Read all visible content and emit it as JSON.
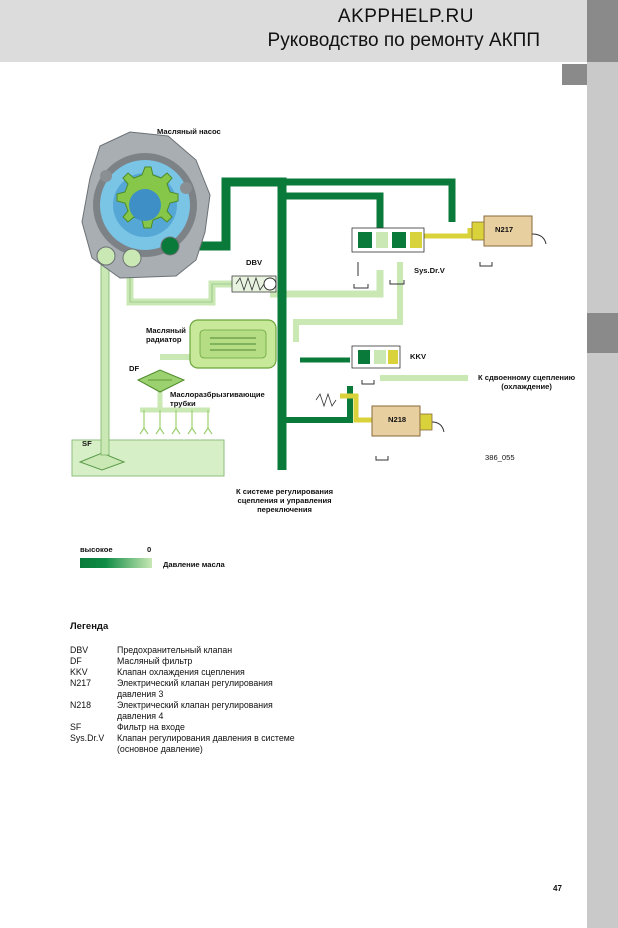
{
  "header": {
    "site": "AKPPHELP.RU",
    "subtitle": "Руководство по ремонту АКПП"
  },
  "diagram": {
    "oil_pump": "Масляный насос",
    "dbv": "DBV",
    "oil_cooler": "Масляный\nрадиатор",
    "df": "DF",
    "spray_tubes": "Маслоразбрызгивающие\nтрубки",
    "sf": "SF",
    "sys_dr_v": "Sys.Dr.V",
    "n217": "N217",
    "kkv": "KKV",
    "n218": "N218",
    "to_double_clutch": "К сдвоенному сцеплению\n(охлаждение)",
    "to_control_system": "К системе регулирования\nсцепления и управления\nпереключения",
    "figure_code": "386_055"
  },
  "pressure_scale": {
    "high": "высокое",
    "zero": "0",
    "label": "Давление масла",
    "color_high": "#0a7a3a",
    "color_low": "#c9e8b4"
  },
  "legend": {
    "title": "Легенда",
    "items": [
      {
        "key": "DBV",
        "text": "Предохранительный клапан"
      },
      {
        "key": "DF",
        "text": "Масляный фильтр"
      },
      {
        "key": "KKV",
        "text": "Клапан охлаждения сцепления"
      },
      {
        "key": "N217",
        "text": "Электрический клапан регулирования давления 3"
      },
      {
        "key": "N218",
        "text": "Электрический клапан регулирования давления 4"
      },
      {
        "key": "SF",
        "text": "Фильтр на входе"
      },
      {
        "key": "Sys.Dr.V",
        "text": "Клапан регулирования давления в системе (основное давление)"
      }
    ]
  },
  "page_number": "47"
}
